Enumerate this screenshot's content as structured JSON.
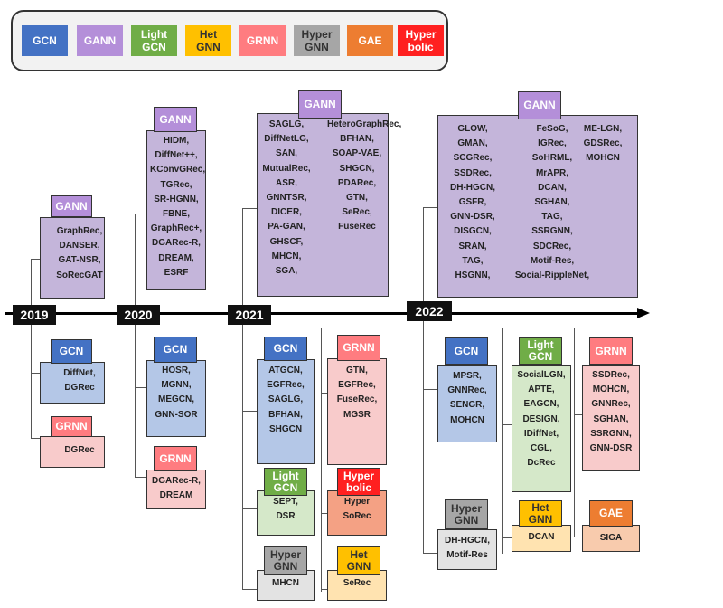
{
  "legend": [
    {
      "text": "GCN",
      "bg": "#4472c4",
      "fg": "#ffffff"
    },
    {
      "text": "GANN",
      "bg": "#b48fd9",
      "fg": "#ffffff"
    },
    {
      "text": "Light\nGCN",
      "bg": "#70ad47",
      "fg": "#ffffff"
    },
    {
      "text": "Het\nGNN",
      "bg": "#ffc000",
      "fg": "#333333"
    },
    {
      "text": "GRNN",
      "bg": "#ff7c80",
      "fg": "#ffffff"
    },
    {
      "text": "Hyper\nGNN",
      "bg": "#a6a6a6",
      "fg": "#333333"
    },
    {
      "text": "GAE",
      "bg": "#ed7d31",
      "fg": "#ffffff"
    },
    {
      "text": "Hyper\nbolic",
      "bg": "#ff2020",
      "fg": "#ffffff"
    }
  ],
  "years": [
    "2019",
    "2020",
    "2021",
    "2022"
  ],
  "groups": [
    {
      "label": "GANN",
      "type": "GANN",
      "columns": [
        [
          "GraphRec,",
          "DANSER,",
          "GAT-NSR,",
          "SoRecGAT"
        ]
      ]
    },
    {
      "label": "GCN",
      "type": "GCN",
      "columns": [
        [
          "DiffNet,",
          "DGRec"
        ]
      ]
    },
    {
      "label": "GRNN",
      "type": "GRNN",
      "columns": [
        [
          "DGRec"
        ]
      ]
    },
    {
      "label": "GANN",
      "type": "GANN",
      "columns": [
        [
          "HIDM,",
          "DiffNet++,",
          "KConvGRec,",
          "TGRec,",
          "SR-HGNN,",
          "FBNE,",
          "GraphRec+,",
          "DGARec-R,",
          "DREAM,",
          "ESRF"
        ]
      ]
    },
    {
      "label": "GCN",
      "type": "GCN",
      "columns": [
        [
          "HOSR,",
          "MGNN,",
          "MEGCN,",
          "GNN-SOR"
        ]
      ]
    },
    {
      "label": "GRNN",
      "type": "GRNN",
      "columns": [
        [
          "DGARec-R,",
          "DREAM"
        ]
      ]
    },
    {
      "label": "GANN",
      "type": "GANN",
      "columns": [
        [
          "SAGLG,",
          "DiffNetLG,",
          "SAN,",
          "MutualRec,",
          "ASR,",
          "GNNTSR,",
          "DICER,",
          "PA-GAN,",
          "GHSCF,",
          "MHCN,",
          "SGA,"
        ],
        [
          "HeteroGraphRec,",
          "BFHAN,",
          "SOAP-VAE,",
          "SHGCN,",
          "PDARec,",
          "GTN,",
          "SeRec,",
          "FuseRec"
        ]
      ]
    },
    {
      "label": "GCN",
      "type": "GCN",
      "columns": [
        [
          "ATGCN,",
          "EGFRec,",
          "SAGLG,",
          "BFHAN,",
          "SHGCN"
        ]
      ]
    },
    {
      "label": "GRNN",
      "type": "GRNN",
      "columns": [
        [
          "GTN,",
          "EGFRec,",
          "FuseRec,",
          "MGSR"
        ]
      ]
    },
    {
      "label": "Light\nGCN",
      "type": "LightGCN",
      "columns": [
        [
          "SEPT,",
          "DSR"
        ]
      ]
    },
    {
      "label": "Hyper\nbolic",
      "type": "Hyperbolic",
      "columns": [
        [
          "Hyper",
          "SoRec"
        ]
      ]
    },
    {
      "label": "Hyper\nGNN",
      "type": "HyperGNN",
      "columns": [
        [
          "MHCN"
        ]
      ]
    },
    {
      "label": "Het\nGNN",
      "type": "HetGNN",
      "columns": [
        [
          "SeRec"
        ]
      ]
    },
    {
      "label": "GANN",
      "type": "GANN",
      "columns": [
        [
          "GLOW,",
          "GMAN,",
          "SCGRec,",
          "SSDRec,",
          "DH-HGCN,",
          "GSFR,",
          "GNN-DSR,",
          "DISGCN,",
          "SRAN,",
          "TAG,",
          "HSGNN,"
        ],
        [
          "FeSoG,",
          "IGRec,",
          "SoHRML,",
          "MrAPR,",
          "DCAN,",
          "SGHAN,",
          "TAG,",
          "SSRGNN,",
          "SDCRec,",
          "Motif-Res,",
          "Social-RippleNet,"
        ],
        [
          "ME-LGN,",
          "GDSRec,",
          "MOHCN"
        ]
      ]
    },
    {
      "label": "GCN",
      "type": "GCN",
      "columns": [
        [
          "MPSR,",
          "GNNRec,",
          "SENGR,",
          "MOHCN"
        ]
      ]
    },
    {
      "label": "Light\nGCN",
      "type": "LightGCN",
      "columns": [
        [
          "SocialLGN,",
          "APTE,",
          "EAGCN,",
          "DESIGN,",
          "IDiffNet,",
          "CGL,",
          "DcRec"
        ]
      ]
    },
    {
      "label": "GRNN",
      "type": "GRNN",
      "columns": [
        [
          "SSDRec,",
          "MOHCN,",
          "GNNRec,",
          "SGHAN,",
          "SSRGNN,",
          "GNN-DSR"
        ]
      ]
    },
    {
      "label": "Hyper\nGNN",
      "type": "HyperGNN",
      "columns": [
        [
          "DH-HGCN,",
          "Motif-Res"
        ]
      ]
    },
    {
      "label": "Het\nGNN",
      "type": "HetGNN",
      "columns": [
        [
          "DCAN"
        ]
      ]
    },
    {
      "label": "GAE",
      "type": "GAE",
      "columns": [
        [
          "SIGA"
        ]
      ]
    }
  ],
  "colors": {
    "GCN": {
      "label": "#4472c4",
      "fg": "#ffffff",
      "box": "#b4c7e7"
    },
    "GANN": {
      "label": "#b48fd9",
      "fg": "#ffffff",
      "box": "#c4b5da"
    },
    "GRNN": {
      "label": "#ff7c80",
      "fg": "#ffffff",
      "box": "#f8cbcb"
    },
    "LightGCN": {
      "label": "#70ad47",
      "fg": "#ffffff",
      "box": "#d5e8c9"
    },
    "Hyperbolic": {
      "label": "#ff2020",
      "fg": "#ffffff",
      "box": "#f4a184"
    },
    "HyperGNN": {
      "label": "#a6a6a6",
      "fg": "#333333",
      "box": "#e3e3e3"
    },
    "HetGNN": {
      "label": "#ffc000",
      "fg": "#333333",
      "box": "#ffe3b0"
    },
    "GAE": {
      "label": "#ed7d31",
      "fg": "#ffffff",
      "box": "#f8cbad"
    }
  }
}
